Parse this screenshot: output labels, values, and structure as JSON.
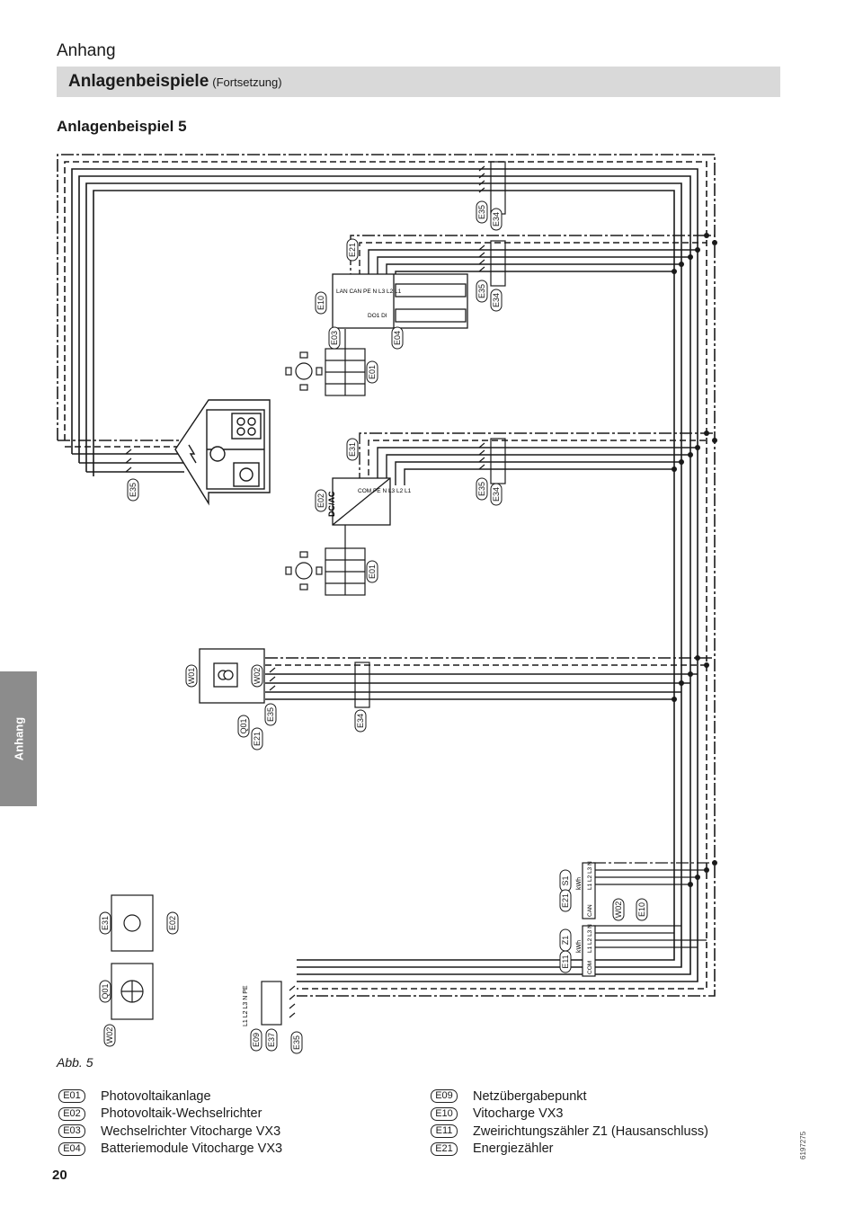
{
  "header": {
    "section": "Anhang",
    "title": "Anlagenbeispiele",
    "title_suffix": "(Fortsetzung)"
  },
  "subtitle": "Anlagenbeispiel 5",
  "side_tab": "Anhang",
  "diagram": {
    "tags": {
      "e35": "E35",
      "e34": "E34",
      "e21": "E21",
      "e10": "E10",
      "e03": "E03",
      "e04": "E04",
      "e01": "E01",
      "e31": "E31",
      "e02": "E02",
      "w01": "W01",
      "w02": "W02",
      "q01": "Q01",
      "s1": "S1",
      "z1": "Z1",
      "e11": "E11",
      "e09": "E09",
      "e37": "E37"
    },
    "inverter_ports": "LAN CAN PE N L3 L2 L1",
    "inverter_io": "DO1 DI",
    "pv_inverter_label": "DC/AC",
    "pv_inverter_ports": "COM PE N L3 L2 L1",
    "meter_unit": "kWh",
    "meter_s1_terminals": "L1 L2 L3 N",
    "meter_s1_com": "CAN",
    "meter_z1_terminals": "L1 L2 L3 N",
    "meter_z1_com": "COM",
    "grid_terminals": "L1 L2 L3 N PE"
  },
  "caption": "Abb. 5",
  "legend": {
    "left": [
      {
        "code": "E01",
        "text": "Photovoltaikanlage"
      },
      {
        "code": "E02",
        "text": "Photovoltaik-Wechselrichter"
      },
      {
        "code": "E03",
        "text": "Wechselrichter Vitocharge VX3"
      },
      {
        "code": "E04",
        "text": "Batteriemodule Vitocharge VX3"
      }
    ],
    "right": [
      {
        "code": "E09",
        "text": "Netzübergabepunkt"
      },
      {
        "code": "E10",
        "text": "Vitocharge VX3"
      },
      {
        "code": "E11",
        "text": "Zweirichtungszähler Z1 (Hausanschluss)"
      },
      {
        "code": "E21",
        "text": "Energiezähler"
      }
    ]
  },
  "page_number": "20",
  "doc_number": "6197275"
}
